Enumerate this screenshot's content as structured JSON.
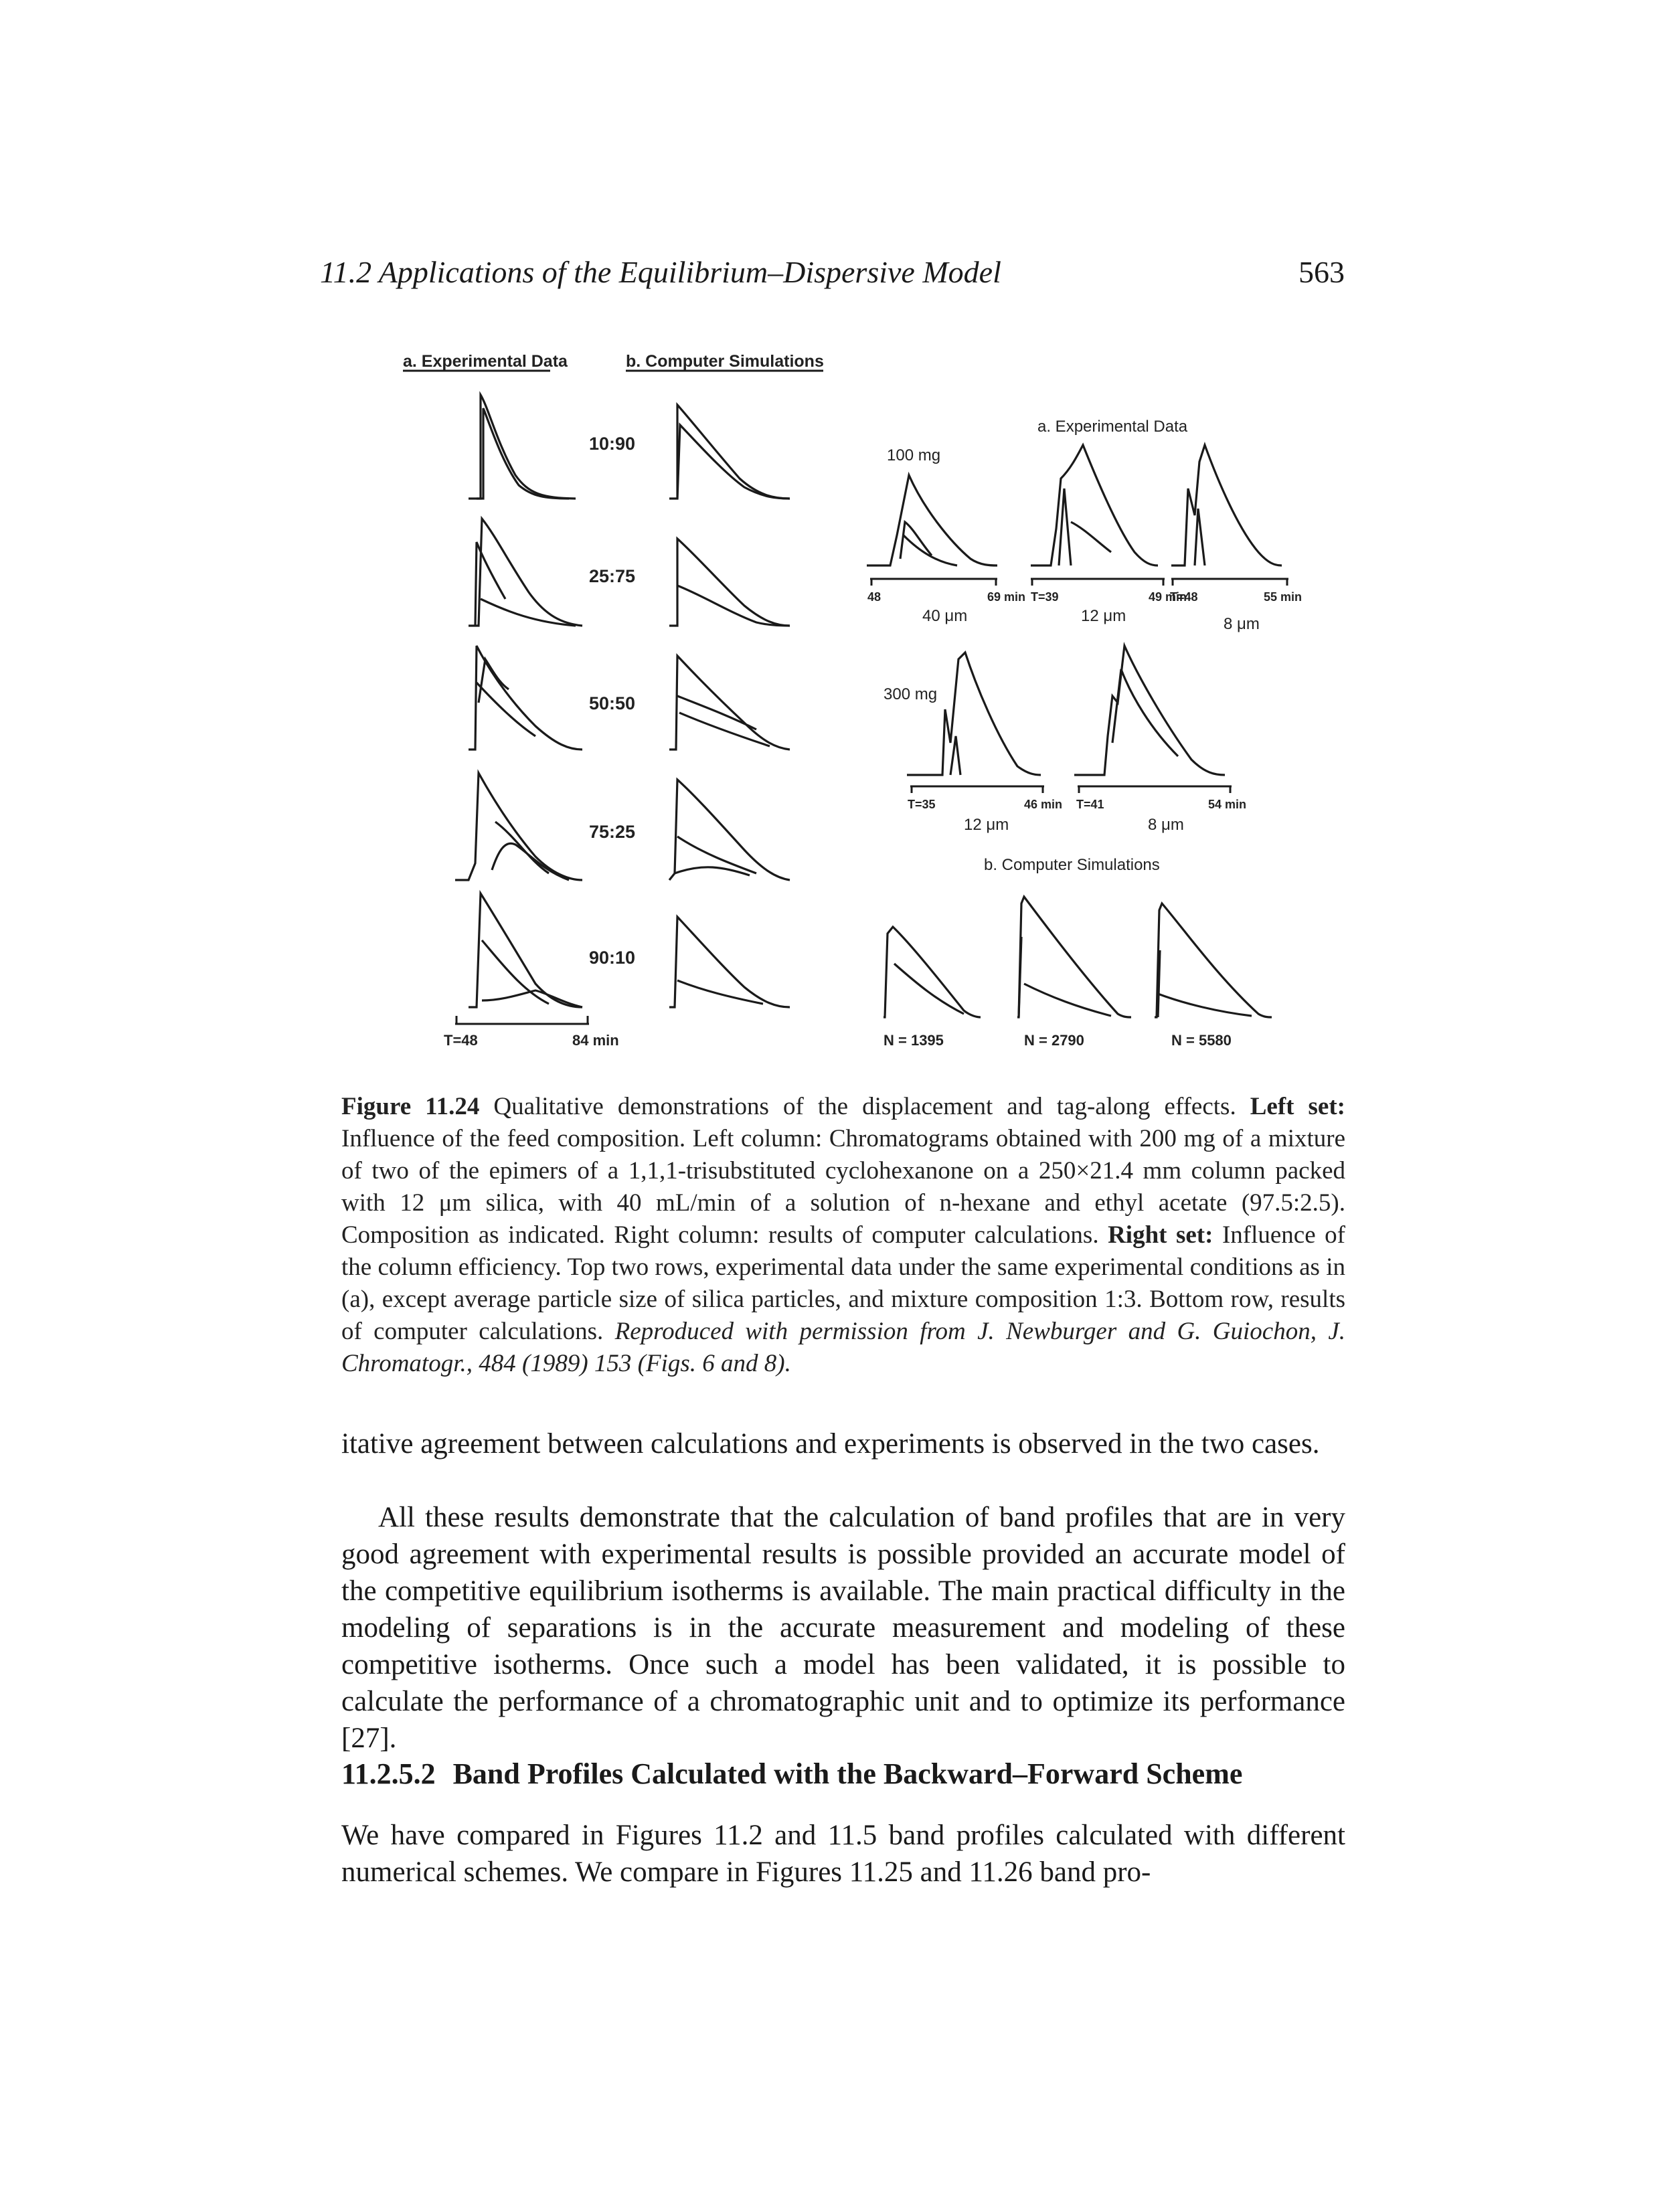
{
  "header": {
    "running_head": "11.2 Applications of the Equilibrium–Dispersive Model",
    "page_number": "563"
  },
  "figure": {
    "left_set": {
      "heading_a": "a. Experimental Data",
      "heading_b": "b. Computer Simulations",
      "compositions": [
        "10:90",
        "25:75",
        "50:50",
        "75:25",
        "90:10"
      ],
      "axis_start": "T=48",
      "axis_end": "84 min"
    },
    "right_set": {
      "heading_a": "a. Experimental Data",
      "heading_b": "b. Computer Simulations",
      "row1": {
        "load": "100 mg",
        "panels": [
          {
            "t_start": "48",
            "t_end": "69 min",
            "particle": "40 μm"
          },
          {
            "t_start": "T=39",
            "t_end": "49 min",
            "particle": "12 μm"
          },
          {
            "t_start": "T=48",
            "t_end": "55 min",
            "particle": "8 μm"
          }
        ]
      },
      "row2": {
        "load": "300 mg",
        "panels": [
          {
            "t_start": "T=35",
            "t_end": "46 min",
            "particle": "12 μm"
          },
          {
            "t_start": "T=41",
            "t_end": "54 min",
            "particle": "8 μm"
          }
        ]
      },
      "row3": {
        "plates": [
          "N = 1395",
          "N = 2790",
          "N = 5580"
        ]
      }
    },
    "caption": {
      "label": "Figure 11.24",
      "intro": " Qualitative demonstrations of the displacement and tag-along effects. ",
      "left_set_label": "Left set:",
      "left_set_text": " Influence of the feed composition. Left column: Chromatograms obtained with 200 mg of a mixture of two of the epimers of a 1,1,1-trisubstituted cyclohexanone on a 250×21.4 mm column packed with 12 μm silica, with 40 mL/min of a solution of n-hexane and ethyl acetate (97.5:2.5). Composition as indicated. Right column: results of computer calculations. ",
      "right_set_label": "Right set:",
      "right_set_text": " Influence of the column efficiency. Top two rows, experimental data under the same experimental conditions as in (a), except average particle size of silica particles, and mixture composition 1:3. Bottom row, results of computer calculations. ",
      "source": "Reproduced with permission from J. Newburger and G. Guiochon, J. Chromatogr., 484 (1989) 153 (Figs. 6 and 8)."
    }
  },
  "body": {
    "paragraph_1": "itative agreement between calculations and experiments is observed in the two cases.",
    "paragraph_2": "All these results demonstrate that the calculation of band profiles that are in very good agreement with experimental results is possible provided an accurate model of the competitive equilibrium isotherms is available. The main practical difficulty in the modeling of separations is in the accurate measurement and modeling of these competitive isotherms. Once such a model has been validated, it is possible to calculate the performance of a chromatographic unit and to optimize its performance [27].",
    "section_number": "11.2.5.2",
    "section_title": "Band Profiles Calculated with the Backward–Forward Scheme",
    "paragraph_3": "We have compared in Figures 11.2 and 11.5 band profiles calculated with different numerical schemes. We compare in Figures 11.25 and 11.26 band pro-"
  }
}
